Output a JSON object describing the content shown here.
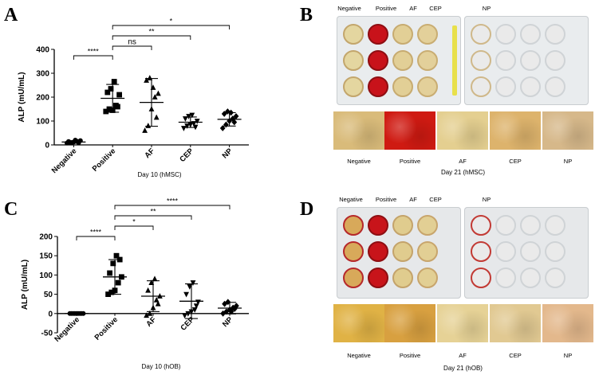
{
  "panels": {
    "A": "A",
    "B": "B",
    "C": "C",
    "D": "D"
  },
  "chart_data": [
    {
      "type": "scatter",
      "panel": "A",
      "xlabel": "Day 10 (hMSC)",
      "ylabel": "ALP (mU/mL)",
      "ylim": [
        0,
        400
      ],
      "yticks": [
        "0",
        "100",
        "200",
        "300",
        "400"
      ],
      "categories": [
        "Negative",
        "Positive",
        "AF",
        "CEP",
        "NP"
      ],
      "markers": [
        "circle",
        "square",
        "triangle-up",
        "triangle-down",
        "diamond"
      ],
      "points": [
        [
          8,
          10,
          12,
          15,
          18,
          14,
          10,
          20,
          9
        ],
        [
          140,
          150,
          145,
          165,
          210,
          220,
          235,
          265,
          160
        ],
        [
          60,
          80,
          150,
          200,
          215,
          270,
          280,
          240,
          115
        ],
        [
          70,
          80,
          85,
          90,
          100,
          110,
          120,
          125,
          75
        ],
        [
          70,
          85,
          100,
          110,
          120,
          130,
          140,
          135,
          95
        ]
      ],
      "mean": [
        12,
        195,
        178,
        95,
        107
      ],
      "sd": [
        5,
        58,
        100,
        22,
        28
      ],
      "significance": [
        {
          "from": "Negative",
          "to": "Positive",
          "label": "****"
        },
        {
          "from": "Positive",
          "to": "AF",
          "label": "ns"
        },
        {
          "from": "Positive",
          "to": "CEP",
          "label": "**"
        },
        {
          "from": "Positive",
          "to": "NP",
          "label": "*"
        }
      ]
    },
    {
      "type": "scatter",
      "panel": "C",
      "xlabel": "Day 10 (hOB)",
      "ylabel": "ALP (mU/mL)",
      "ylim": [
        -50,
        200
      ],
      "yticks": [
        "-50",
        "0",
        "50",
        "100",
        "150",
        "200"
      ],
      "categories": [
        "Negative",
        "Positive",
        "AF",
        "CEP",
        "NP"
      ],
      "markers": [
        "circle",
        "square",
        "triangle-up",
        "triangle-down",
        "diamond"
      ],
      "points": [
        [
          0,
          0,
          0,
          0,
          0,
          0,
          0,
          0,
          0
        ],
        [
          50,
          55,
          60,
          80,
          95,
          105,
          130,
          150,
          140
        ],
        [
          -5,
          0,
          15,
          35,
          45,
          60,
          80,
          90,
          25
        ],
        [
          -5,
          0,
          5,
          10,
          30,
          50,
          70,
          80,
          20
        ],
        [
          0,
          5,
          10,
          15,
          20,
          25,
          30,
          5,
          12
        ]
      ],
      "mean": [
        0,
        95,
        45,
        32,
        14
      ],
      "sd": [
        0,
        45,
        40,
        45,
        15
      ],
      "significance": [
        {
          "from": "Negative",
          "to": "Positive",
          "label": "****"
        },
        {
          "from": "Positive",
          "to": "AF",
          "label": "*"
        },
        {
          "from": "Positive",
          "to": "CEP",
          "label": "**"
        },
        {
          "from": "Positive",
          "to": "NP",
          "label": "****"
        }
      ]
    }
  ],
  "photo_B": {
    "plate_labels": [
      "Negative",
      "Positive",
      "AF",
      "CEP",
      "NP"
    ],
    "thumb_labels": [
      "Negative",
      "Positive",
      "AF",
      "CEP",
      "NP"
    ],
    "caption": "Day 21 (hMSC)",
    "colors": {
      "plate": "#e9ecee",
      "negative": "#e4d6a0",
      "positive": "#c8121a",
      "af": "#e2cf96",
      "cep": "#e3d09a",
      "np": "#eaeaea"
    },
    "thumb_colors": [
      "#d9bb7a",
      "#cf1a12",
      "#e4cf90",
      "#ddb36c",
      "#d6b88a"
    ]
  },
  "photo_D": {
    "plate_labels": [
      "Negative",
      "Positive",
      "AF",
      "CEP",
      "NP"
    ],
    "thumb_labels": [
      "Negative",
      "Positive",
      "AF",
      "CEP",
      "NP"
    ],
    "caption": "Day 21 (hOB)",
    "colors": {
      "plate": "#e6e8ea",
      "negative": "#d8a95a",
      "positive": "#c8141a",
      "af": "#e0cc8e",
      "cep": "#e2cf94",
      "np": "#eaeaea"
    },
    "thumb_colors": [
      "#e0b245",
      "#d8a040",
      "#e6d296",
      "#e1c992",
      "#e3b88c"
    ]
  }
}
